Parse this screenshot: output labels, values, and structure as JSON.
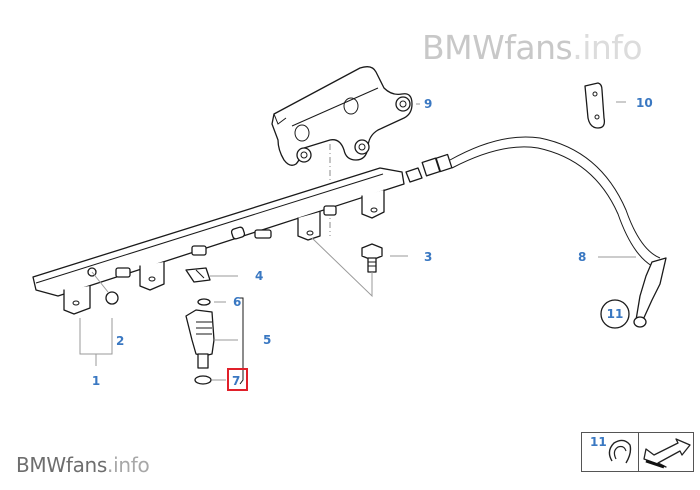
{
  "watermark": {
    "top": {
      "brand": "BMWfans",
      "suffix": ".info"
    },
    "bottom": {
      "brand": "BMWfans",
      "suffix": ".info"
    }
  },
  "diagram": {
    "title": "Fuel injection rail / injectors parts diagram",
    "callouts": [
      {
        "id": "1",
        "part": "fuel-rail-assembly"
      },
      {
        "id": "2",
        "part": "cap"
      },
      {
        "id": "3",
        "part": "hex-bolt"
      },
      {
        "id": "4",
        "part": "clip"
      },
      {
        "id": "5",
        "part": "injector"
      },
      {
        "id": "6",
        "part": "o-ring-upper"
      },
      {
        "id": "7",
        "part": "o-ring-lower"
      },
      {
        "id": "8",
        "part": "fuel-hose"
      },
      {
        "id": "9",
        "part": "bracket"
      },
      {
        "id": "10",
        "part": "holder"
      },
      {
        "id": "11",
        "part": "clamp"
      }
    ],
    "highlighted_callout": "7",
    "highlight_color": "#e0202a",
    "label_color": "#3a78c2"
  },
  "legend": {
    "number": "11",
    "icons": [
      "clamp-icon",
      "arrow-icon"
    ]
  }
}
